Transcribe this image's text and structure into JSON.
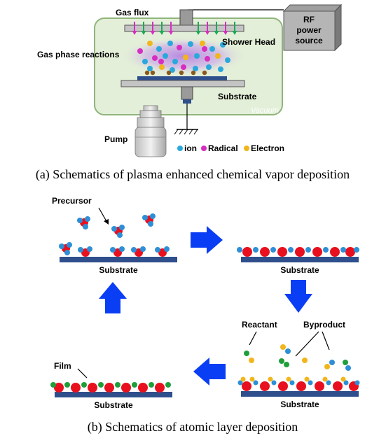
{
  "pecvd": {
    "gas_flux": "Gas flux",
    "rf_lines": [
      "RF",
      "power",
      "source"
    ],
    "shower_head": "Shower Head",
    "gas_phase": "Gas phase reactions",
    "substrate": "Substrate",
    "vacuum": "Vacuum",
    "pump": "Pump",
    "legend": [
      {
        "label": "ion",
        "color": "#2aa8dc"
      },
      {
        "label": "Radical",
        "color": "#d62ec0"
      },
      {
        "label": "Electron",
        "color": "#f2b51c"
      }
    ],
    "caption": "(a) Schematics of plasma enhanced chemical vapor deposition"
  },
  "ald": {
    "precursor": "Precursor",
    "reactant": "Reactant",
    "byproduct": "Byproduct",
    "film": "Film",
    "substrate": "Substrate",
    "caption": "(b) Schematics of atomic layer deposition"
  },
  "colors": {
    "chamber": "#e3efd8",
    "chamber_border": "#8fb57c",
    "metal": "#c4c4c4",
    "substrate": "#2e4f8c",
    "arrow": "#0a3ef5",
    "green_arrow": "#1aaa55",
    "magenta_arrow": "#d62ec0",
    "atom_red": "#e8101f",
    "atom_blue": "#2d8fd6",
    "atom_green": "#1f9e3a",
    "atom_yellow": "#f2b51c",
    "deposit": "#8a5a1c"
  }
}
